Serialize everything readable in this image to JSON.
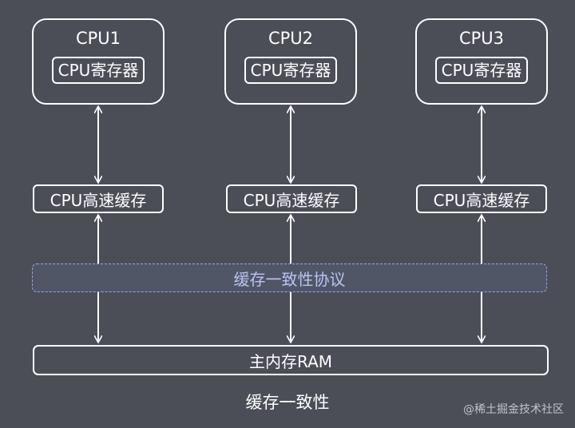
{
  "cpus": [
    {
      "name": "CPU1",
      "register": "CPU寄存器",
      "cache": "CPU高速缓存"
    },
    {
      "name": "CPU2",
      "register": "CPU寄存器",
      "cache": "CPU高速缓存"
    },
    {
      "name": "CPU3",
      "register": "CPU寄存器",
      "cache": "CPU高速缓存"
    }
  ],
  "protocol_label": "缓存一致性协议",
  "memory_label": "主内存RAM",
  "caption": "缓存一致性",
  "watermark": "@稀土掘金技术社区",
  "colors": {
    "background": "#4b4e57",
    "line": "#ffffff",
    "protocol_border": "#9aa6d8",
    "protocol_text": "#b9c3f0"
  }
}
